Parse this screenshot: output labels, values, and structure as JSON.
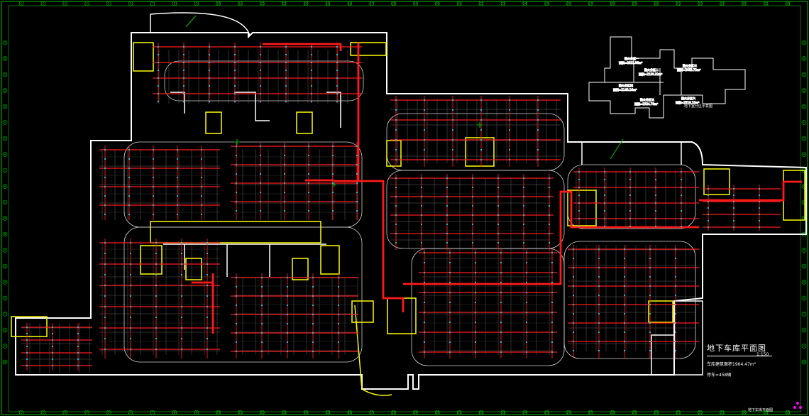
{
  "title": "地下车库平面图",
  "title_scale": "1:150",
  "note_area": "车库建筑面积1964.47m²",
  "note_spaces": "停车=458辆",
  "key_plan_caption": "地下室分区示意图",
  "sheet_caption": "地下车库平面图",
  "colors": {
    "background": "#000000",
    "wall": "#ffffff",
    "sprinkler_main": "#ff1a1a",
    "sprinkler_branch": "#ff3333",
    "cyan_marks": "#00e5ff",
    "yellow_core": "#ffff00",
    "green_grid": "#00c000",
    "magenta_mark": "#ff00ff",
    "parking_grey": "#8c8c8c"
  },
  "axis_top_labels": [
    "1",
    "2",
    "3",
    "4",
    "5",
    "6",
    "7",
    "8",
    "9",
    "10",
    "11",
    "12",
    "13",
    "14",
    "15",
    "16",
    "17",
    "18",
    "19",
    "20",
    "21",
    "22",
    "23",
    "24",
    "25",
    "26",
    "27",
    "28",
    "29",
    "30",
    "31",
    "32",
    "33",
    "34",
    "35",
    "36"
  ],
  "axis_left_labels": [
    "A",
    "B",
    "C",
    "D",
    "E",
    "F",
    "G",
    "H",
    "J",
    "K",
    "L",
    "M",
    "N",
    "P",
    "Q",
    "R",
    "S",
    "T",
    "U",
    "V",
    "W"
  ],
  "key_plan_zones": [
    {
      "label": "防火分区一",
      "area": "面积=2821.06m²"
    },
    {
      "label": "防火分区二",
      "area": "面积=2130.32m²"
    },
    {
      "label": "防火分区三",
      "area": "面积=2463.73m²"
    },
    {
      "label": "防火分区四",
      "area": "面积=2140.16m²"
    },
    {
      "label": "防火分区五",
      "area": "面积=2324.78m²"
    },
    {
      "label": "防火分区六",
      "area": "面积=2516.10m²"
    }
  ]
}
